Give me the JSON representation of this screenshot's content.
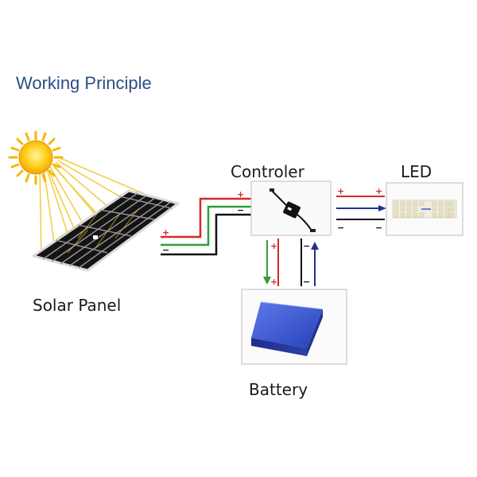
{
  "heading": "Working Principle",
  "labels": {
    "solar_panel": "Solar Panel",
    "controller": "Controler",
    "led": "LED",
    "battery": "Battery"
  },
  "signs": {
    "plus": "+",
    "minus": "−"
  },
  "colors": {
    "heading": "#2c4f84",
    "positive_wire": "#d62828",
    "charge_wire": "#2e9e3a",
    "negative_wire": "#111111",
    "led_flow": "#24308c",
    "sun": "#f6b800",
    "panel": "#161616",
    "battery": "#2f4fc9"
  },
  "icons": {
    "sun": "sun-icon",
    "solar_panel": "solar-panel-icon",
    "controller": "controller-icon",
    "led": "led-strip-icon",
    "battery": "battery-icon"
  }
}
